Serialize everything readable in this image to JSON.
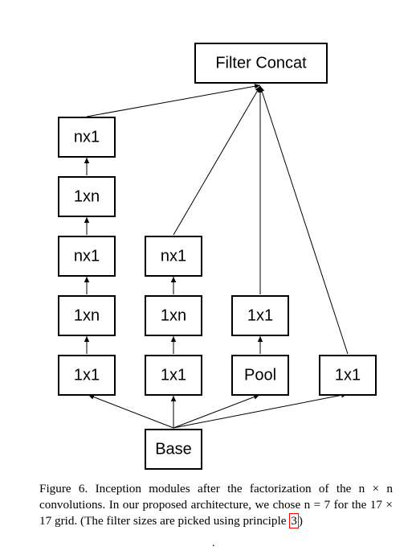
{
  "diagram": {
    "nodes": {
      "filter_concat": "Filter Concat",
      "base": "Base",
      "b1_1x1": "1x1",
      "b1_1xn_a": "1xn",
      "b1_nx1_a": "nx1",
      "b1_1xn_b": "1xn",
      "b1_nx1_b": "nx1",
      "b2_1x1": "1x1",
      "b2_1xn": "1xn",
      "b2_nx1": "nx1",
      "b3_pool": "Pool",
      "b3_1x1": "1x1",
      "b4_1x1": "1x1"
    }
  },
  "caption": {
    "text": "Figure 6. Inception modules after the factorization of the n × n convolutions. In our proposed architecture, we chose n = 7 for the 17 × 17 grid. (The filter sizes are picked using principle ",
    "ref": "3",
    "suffix": ")"
  },
  "footer_mark": "."
}
